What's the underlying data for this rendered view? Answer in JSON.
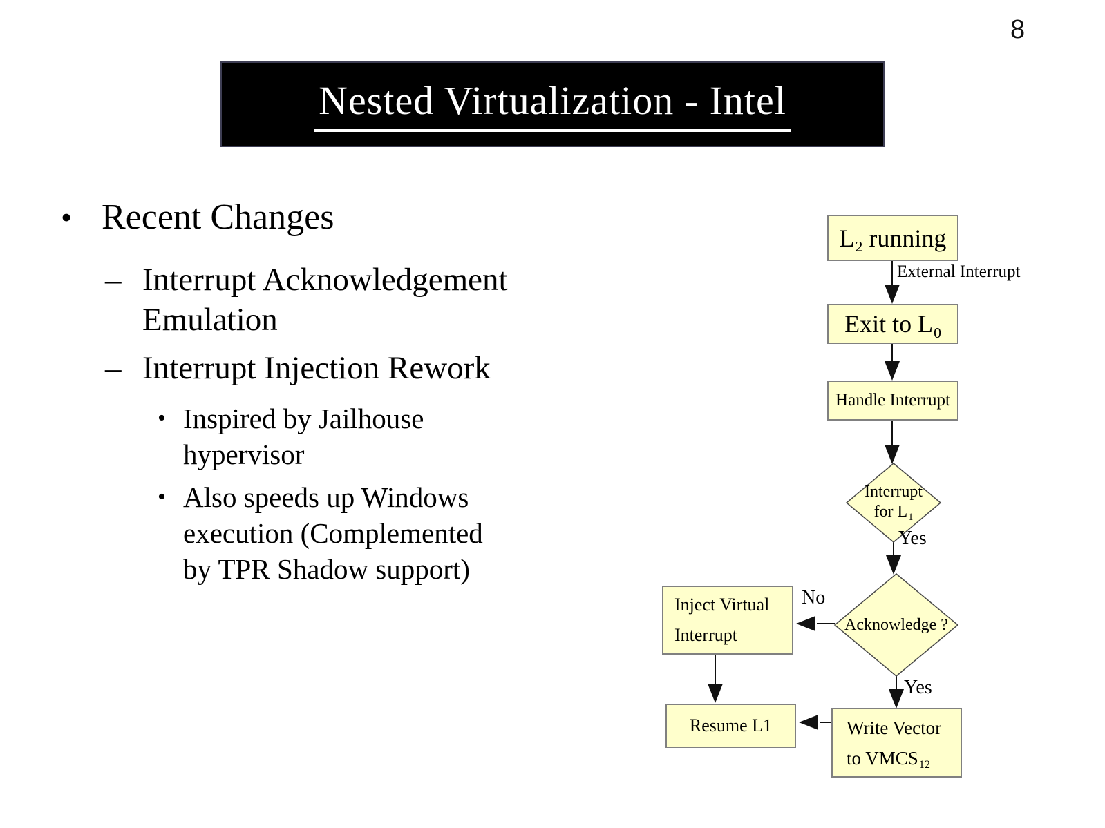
{
  "page_number": "8",
  "title": "Nested Virtualization - Intel",
  "outline": {
    "l1_marker": "•",
    "l2_marker": "–",
    "l3_marker": "•",
    "recent_changes": "Recent Changes",
    "interrupt_ack": "Interrupt Acknowledgement\nEmulation",
    "interrupt_injection": "Interrupt Injection Rework",
    "jailhouse": "Inspired by Jailhouse\nhypervisor",
    "windows": "Also speeds up Windows\nexecution (Complemented\nby TPR Shadow support)"
  },
  "flowchart": {
    "colors": {
      "node_fill": "#FFFFCC",
      "node_border": "#808080",
      "arrow": "#111111",
      "text": "#000000"
    },
    "nodes": {
      "l2_running": {
        "main": "L",
        "sub": "2",
        "rest": " running"
      },
      "exit_to_l0": {
        "main": "Exit to L",
        "sub": "0"
      },
      "handle_interrupt": {
        "label": "Handle Interrupt"
      },
      "interrupt_for_l1": {
        "line1": "Interrupt",
        "line2_main": "for L",
        "line2_sub": "1"
      },
      "acknowledge": {
        "label": "Acknowledge ?"
      },
      "inject_virtual_interrupt": {
        "label": "Inject Virtual\nInterrupt"
      },
      "resume_l1": {
        "label": "Resume L1"
      },
      "write_vector": {
        "line1": "Write Vector",
        "line2_main": "to VMCS",
        "line2_sub": "12"
      }
    },
    "edge_labels": {
      "external_interrupt": "External Interrupt",
      "yes_1": "Yes",
      "no": "No",
      "yes_2": "Yes"
    }
  }
}
